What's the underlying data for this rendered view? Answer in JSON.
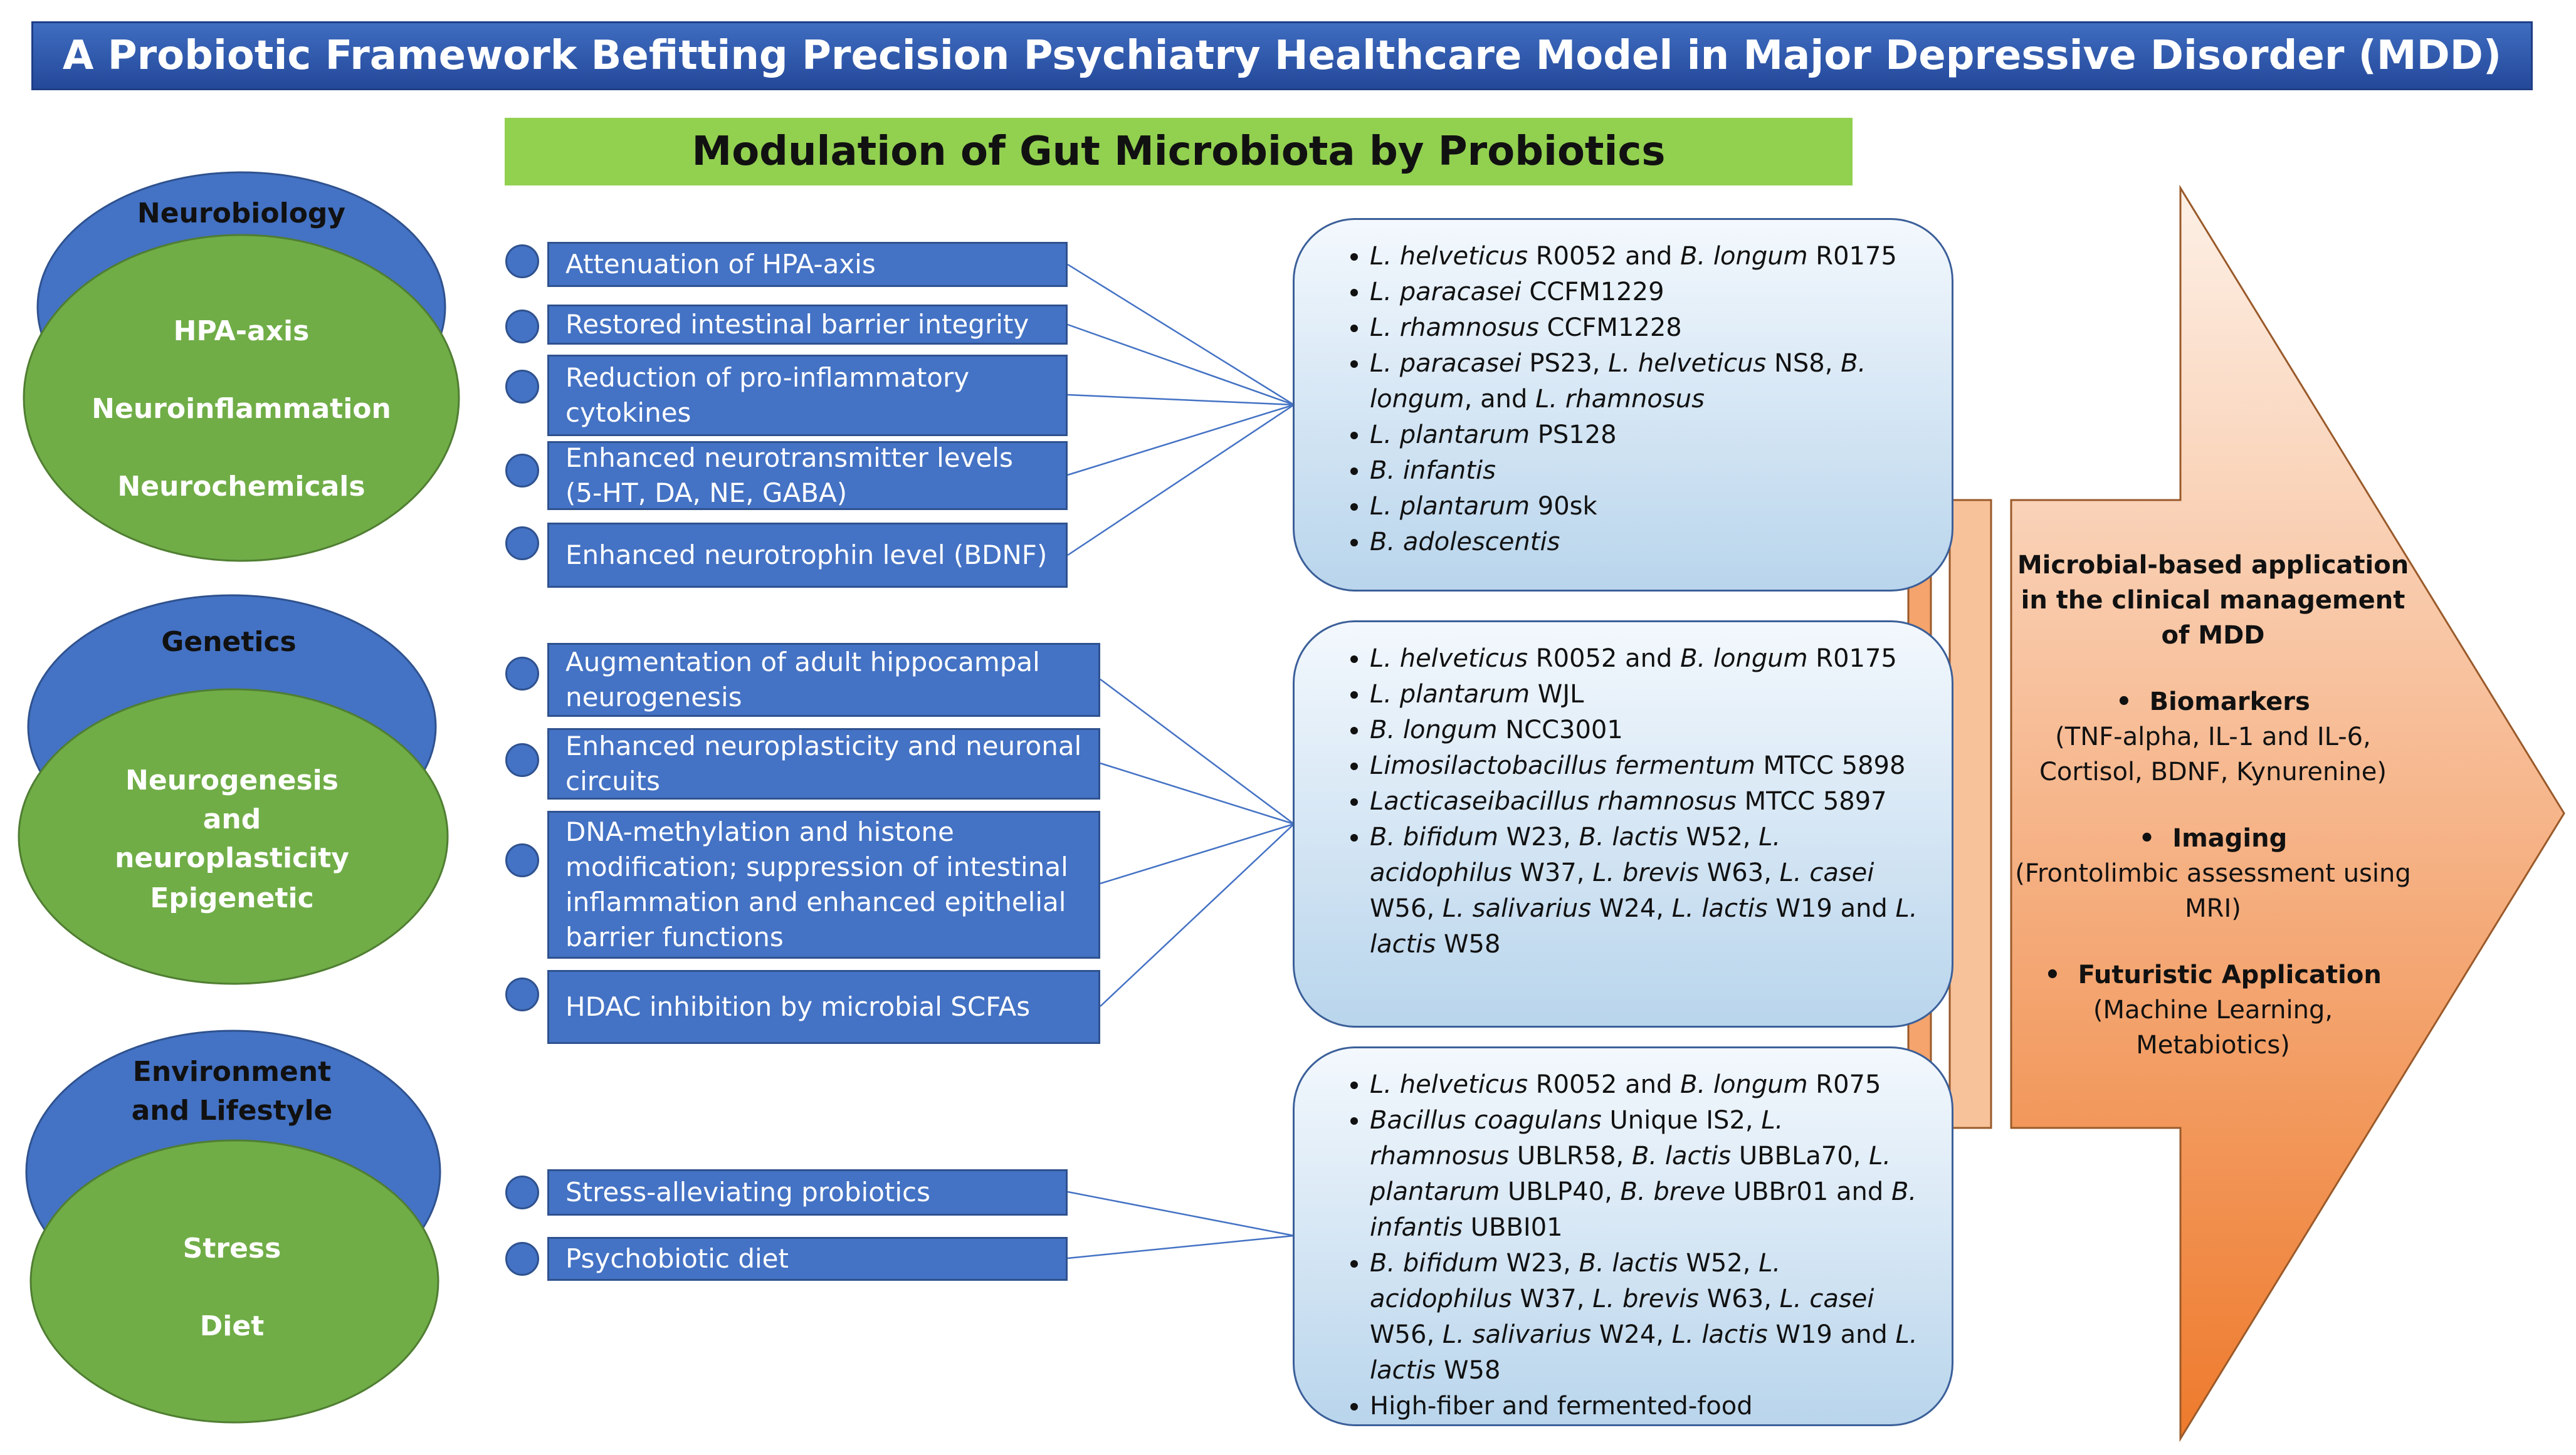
{
  "title": "A Probiotic Framework Befitting Precision Psychiatry Healthcare Model in Major Depressive Disorder (MDD)",
  "subtitle": "Modulation of Gut Microbiota by Probiotics",
  "colors": {
    "title_bar": "#2f5aa8",
    "subtitle_bar": "#92d050",
    "circle_blue": "#4472c4",
    "circle_green": "#70ad47",
    "box_blue": "#4472c4",
    "arrow_orange": "#f08a3e"
  },
  "factors": [
    {
      "label": "Neurobiology",
      "items": [
        "HPA-axis",
        "Neuroinflammation",
        "Neurochemicals"
      ]
    },
    {
      "label": "Genetics",
      "items": [
        "Neurogenesis and neuroplasticity",
        "Epigenetic"
      ]
    },
    {
      "label": "Environment and Lifestyle",
      "items": [
        "Stress",
        "Diet"
      ]
    }
  ],
  "effects": [
    {
      "text": "Attenuation of HPA-axis"
    },
    {
      "text": "Restored intestinal barrier integrity"
    },
    {
      "text": "Reduction of pro-inflammatory cytokines"
    },
    {
      "text": "Enhanced neurotransmitter levels (5-HT, DA, NE, GABA)"
    },
    {
      "text": "Enhanced neurotrophin level (BDNF)"
    },
    {
      "text": "Augmentation of adult hippocampal neurogenesis"
    },
    {
      "text": "Enhanced neuroplasticity and neuronal circuits"
    },
    {
      "text": "DNA-methylation and histone modification; suppression of intestinal inflammation and enhanced epithelial barrier functions"
    },
    {
      "text": "HDAC inhibition by microbial SCFAs"
    },
    {
      "text": "Stress-alleviating probiotics"
    },
    {
      "text": "Psychobiotic diet"
    }
  ],
  "strain_groups": [
    {
      "items": [
        [
          {
            "t": "L. helveticus",
            "i": true
          },
          {
            "t": " R0052  and "
          },
          {
            "t": "B. longum",
            "i": true
          },
          {
            "t": " R0175"
          }
        ],
        [
          {
            "t": "L. paracasei",
            "i": true
          },
          {
            "t": " CCFM1229"
          }
        ],
        [
          {
            "t": "L. rhamnosus",
            "i": true
          },
          {
            "t": " CCFM1228"
          }
        ],
        [
          {
            "t": "L. paracasei",
            "i": true
          },
          {
            "t": " PS23, "
          },
          {
            "t": "L. helveticus",
            "i": true
          },
          {
            "t": " NS8, "
          },
          {
            "t": "B. longum",
            "i": true
          },
          {
            "t": ", and "
          },
          {
            "t": "L. rhamnosus",
            "i": true
          }
        ],
        [
          {
            "t": "L. plantarum",
            "i": true
          },
          {
            "t": " PS128"
          }
        ],
        [
          {
            "t": "B. infantis",
            "i": true
          }
        ],
        [
          {
            "t": "L. plantarum",
            "i": true
          },
          {
            "t": " 90sk"
          }
        ],
        [
          {
            "t": "B. adolescentis",
            "i": true
          }
        ]
      ]
    },
    {
      "items": [
        [
          {
            "t": "L. helveticus",
            "i": true
          },
          {
            "t": " R0052  and "
          },
          {
            "t": "B. longum",
            "i": true
          },
          {
            "t": " R0175"
          }
        ],
        [
          {
            "t": "L. plantarum",
            "i": true
          },
          {
            "t": " WJL"
          }
        ],
        [
          {
            "t": "B. longum",
            "i": true
          },
          {
            "t": " NCC3001"
          }
        ],
        [
          {
            "t": "Limosilactobacillus fermentum",
            "i": true
          },
          {
            "t": " MTCC 5898"
          }
        ],
        [
          {
            "t": "Lacticaseibacillus rhamnosus",
            "i": true
          },
          {
            "t": " MTCC 5897"
          }
        ],
        [
          {
            "t": "B. bifidum",
            "i": true
          },
          {
            "t": " W23, "
          },
          {
            "t": "B. lactis",
            "i": true
          },
          {
            "t": " W52, "
          },
          {
            "t": "L. acidophilus",
            "i": true
          },
          {
            "t": " W37, "
          },
          {
            "t": "L. brevis",
            "i": true
          },
          {
            "t": " W63, "
          },
          {
            "t": "L. casei",
            "i": true
          },
          {
            "t": " W56, "
          },
          {
            "t": "L. salivarius",
            "i": true
          },
          {
            "t": " W24, "
          },
          {
            "t": "L. lactis",
            "i": true
          },
          {
            "t": " W19 and "
          },
          {
            "t": "L. lactis",
            "i": true
          },
          {
            "t": " W58"
          }
        ]
      ]
    },
    {
      "items": [
        [
          {
            "t": "L. helveticus",
            "i": true
          },
          {
            "t": " R0052  and "
          },
          {
            "t": "B. longum",
            "i": true
          },
          {
            "t": " R075"
          }
        ],
        [
          {
            "t": "Bacillus coagulans",
            "i": true
          },
          {
            "t": " Unique IS2, "
          },
          {
            "t": "L. rhamnosus",
            "i": true
          },
          {
            "t": " UBLR58, "
          },
          {
            "t": "B. lactis",
            "i": true
          },
          {
            "t": " UBBLa70, "
          },
          {
            "t": "L. plantarum",
            "i": true
          },
          {
            "t": " UBLP40, "
          },
          {
            "t": "B. breve",
            "i": true
          },
          {
            "t": " UBBr01 and "
          },
          {
            "t": "B. infantis",
            "i": true
          },
          {
            "t": " UBBI01"
          }
        ],
        [
          {
            "t": "B. bifidum",
            "i": true
          },
          {
            "t": " W23, "
          },
          {
            "t": "B. lactis",
            "i": true
          },
          {
            "t": " W52, "
          },
          {
            "t": "L. acidophilus",
            "i": true
          },
          {
            "t": " W37, "
          },
          {
            "t": "L. brevis",
            "i": true
          },
          {
            "t": " W63, "
          },
          {
            "t": "L. casei",
            "i": true
          },
          {
            "t": " W56, "
          },
          {
            "t": "L. salivarius",
            "i": true
          },
          {
            "t": " W24, "
          },
          {
            "t": "L. lactis",
            "i": true
          },
          {
            "t": " W19 and "
          },
          {
            "t": "L. lactis",
            "i": true
          },
          {
            "t": " W58"
          }
        ],
        [
          {
            "t": "High-fiber and fermented-food"
          }
        ]
      ]
    }
  ],
  "application": {
    "heading": "Microbial-based application in the clinical management of MDD",
    "sections": [
      {
        "title": "Biomarkers",
        "bullet": true,
        "detail": "(TNF-alpha, IL-1 and IL-6, Cortisol, BDNF, Kynurenine)"
      },
      {
        "title": "Imaging",
        "bullet": true,
        "detail": "(Frontolimbic assessment using MRI)"
      },
      {
        "title": "Futuristic Application",
        "bullet": true,
        "detail": "(Machine Learning, Metabiotics)"
      }
    ]
  }
}
